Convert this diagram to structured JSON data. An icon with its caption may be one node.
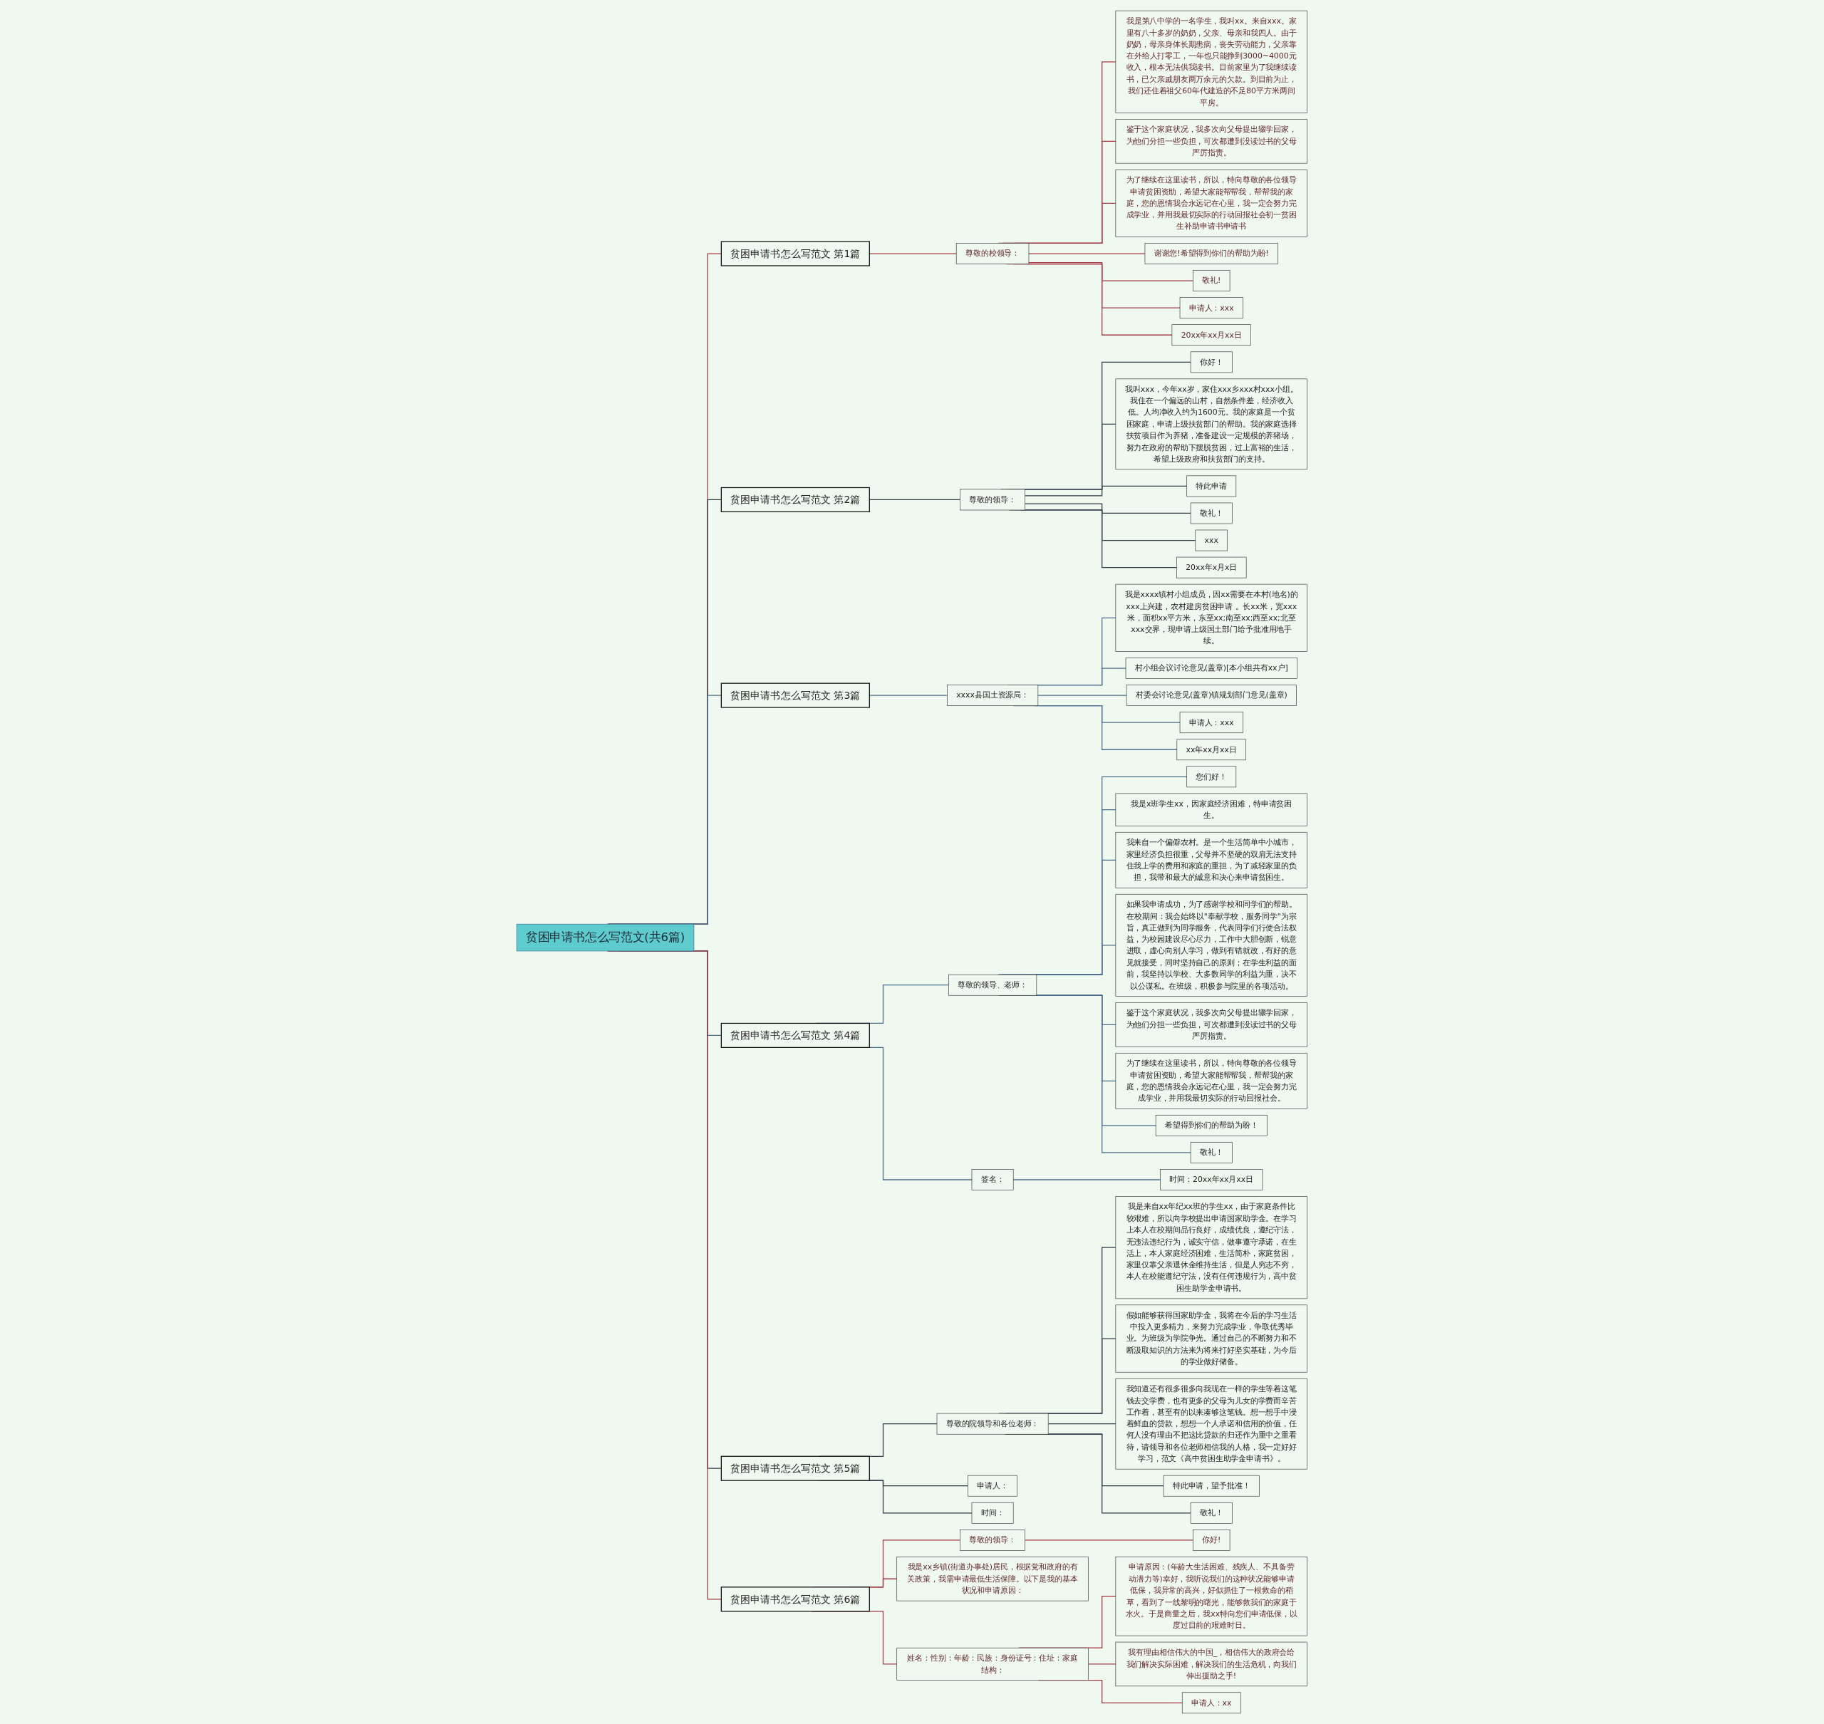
{
  "diagram": {
    "nodes": [
      {
        "text": [
          "贫困申请书怎么写范文(共6篇)"
        ]
      },
      {
        "text": [
          "贫困申请书怎么写范文 第1篇"
        ]
      },
      {
        "text": [
          "尊敬的校领导："
        ]
      },
      {
        "text": [
          "我是第八中学的一名学生，我叫xx。来自xxx。家里有八十多岁的奶奶，父亲、母亲和我四人。由于奶奶，母亲身体长期患病，丧失劳动能力，父亲靠在外给人打零工，一年也只能挣到3000~4000元收入，根本无法供我读书。目前家里为了我继续读书，已欠亲戚朋友两万余元的欠款。到目前为止，我们还住着祖父60年代建造的不足80平方米两间平房。"
        ]
      },
      {
        "text": [
          "鉴于这个家庭状况，我多次向父母提出辍学回家，为他们分担一些负担，可次都遭到没读过书的父母严厉指责。"
        ]
      },
      {
        "text": [
          "为了继续在这里读书，所以，特向尊敬的各位领导申请贫困资助，希望大家能帮帮我，帮帮我的家庭，您的恩情我会永远记在心里，我一定会努力完成学业，并用我最切实际的行动回报社会初一贫困生补助申请书申请书"
        ]
      },
      {
        "text": [
          "谢谢您!希望得到你们的帮助为盼!"
        ]
      },
      {
        "text": [
          "敬礼!"
        ]
      },
      {
        "text": [
          "申请人：xxx"
        ]
      },
      {
        "text": [
          "20xx年xx月xx日"
        ]
      },
      {
        "text": [
          "贫困申请书怎么写范文 第2篇"
        ]
      },
      {
        "text": [
          "尊敬的领导："
        ]
      },
      {
        "text": [
          "你好！"
        ]
      },
      {
        "text": [
          "我叫xxx，今年xx岁，家住xxx乡xxx村xxx小组。我住在一个偏远的山村，自然条件差，经济收入低。人均净收入约为1600元。我的家庭是一个贫困家庭，申请上级扶贫部门的帮助。我的家庭选择扶贫项目作为养猪，准备建设一定规模的养猪场，努力在政府的帮助下摆脱贫困，过上富裕的生活，希望上级政府和扶贫部门的支持。"
        ]
      },
      {
        "text": [
          "特此申请"
        ]
      },
      {
        "text": [
          "敬礼！"
        ]
      },
      {
        "text": [
          "xxx"
        ]
      },
      {
        "text": [
          "20xx年x月x日"
        ]
      },
      {
        "text": [
          "贫困申请书怎么写范文 第3篇"
        ]
      },
      {
        "text": [
          "xxxx县国土资源局："
        ]
      },
      {
        "text": [
          "我是xxxx镇村小组成员，因xx需要在本村(地名)的xxx上兴建，农村建房贫困申请 。长xx米，宽xxx米，面积xx平方米，东至xx;南至xx;西至xx;北至xxx交界，现申请上级国土部门给予批准用地手续。"
        ]
      },
      {
        "text": [
          "村小组会议讨论意见(盖章)[本小组共有xx户]"
        ]
      },
      {
        "text": [
          "村委会讨论意见(盖章)镇规划部门意见(盖章)"
        ]
      },
      {
        "text": [
          "申请人：xxx"
        ]
      },
      {
        "text": [
          "xx年xx月xx日"
        ]
      },
      {
        "text": [
          "贫困申请书怎么写范文 第4篇"
        ]
      },
      {
        "text": [
          "尊敬的领导、老师："
        ]
      },
      {
        "text": [
          "您们好！"
        ]
      },
      {
        "text": [
          "我是x班学生xx，因家庭经济困难，特申请贫困生。"
        ]
      },
      {
        "text": [
          "我来自一个偏僻农村。是一个生活简单中小城市，家里经济负担很重，父母并不坚硬的双肩无法支持住我上学的费用和家庭的重担，为了减轻家里的负担，我带和最大的诚意和决心来申请贫困生。"
        ]
      },
      {
        "text": [
          "如果我申请成功，为了感谢学校和同学们的帮助。在校期间：我会始终以\"奉献学校，服务同学\"为宗旨，真正做到为同学服务，代表同学们行使合法权益，为校园建设尽心尽力，工作中大胆创新，锐意进取，虚心向别人学习，做到有错就改，有好的意见就接受，同时坚持自己的原则；在学生利益的面前，我坚持以学校、大多数同学的利益为重，决不以公谋私。在班级，积极参与院里的各项活动。"
        ]
      },
      {
        "text": [
          "鉴于这个家庭状况，我多次向父母提出辍学回家，为他们分担一些负担，可次都遭到没读过书的父母严厉指责。"
        ]
      },
      {
        "text": [
          "为了继续在这里读书，所以，特向尊敬的各位领导申请贫困资助，希望大家能帮帮我，帮帮我的家庭，您的恩情我会永远记在心里，我一定会努力完成学业，并用我最切实际的行动回报社会。"
        ]
      },
      {
        "text": [
          "希望得到你们的帮助为盼！"
        ]
      },
      {
        "text": [
          "敬礼！"
        ]
      },
      {
        "text": [
          "签名："
        ]
      },
      {
        "text": [
          "时间：20xx年xx月xx日"
        ]
      },
      {
        "text": [
          "贫困申请书怎么写范文 第5篇"
        ]
      },
      {
        "text": [
          "尊敬的院领导和各位老师："
        ]
      },
      {
        "text": [
          "我是来自xx年纪xx班的学生xx，由于家庭条件比较艰难，所以向学校提出申请国家助学金。在学习上本人在校期间品行良好，成绩优良，遵纪守法，无违法违纪行为，诚实守信，做事遵守承诺，在生活上，本人家庭经济困难，生活简朴，家庭贫困，家里仅靠父亲退休金维持生活，但是人穷志不穷，本人在校能遵纪守法，没有任何违规行为，高中贫困生助学金申请书。"
        ]
      },
      {
        "text": [
          "假如能够获得国家助学金，我将在今后的学习生活中投入更多精力，来努力完成学业，争取优秀毕业。为班级为学院争光。通过自己的不断努力和不断汲取知识的方法来为将来打好坚实基础，为今后的学业做好储备。"
        ]
      },
      {
        "text": [
          "我知道还有很多很多向我现在一样的学生等着这笔钱去交学费，也有更多的父母为儿女的学费而辛苦工作着，甚至有的以来凑够这笔钱。想一想手中浸着鲜血的贷款，想想一个人承诺和信用的价值，任何人没有理由不把这比贷款的归还作为重中之重看待，请领导和各位老师相信我的人格，我一定好好学习，范文《高中贫困生助学金申请书》。"
        ]
      },
      {
        "text": [
          "特此申请，望予批准！"
        ]
      },
      {
        "text": [
          "敬礼！"
        ]
      },
      {
        "text": [
          "申请人："
        ]
      },
      {
        "text": [
          "时间："
        ]
      },
      {
        "text": [
          "贫困申请书怎么写范文 第6篇"
        ]
      },
      {
        "text": [
          "尊敬的领导："
        ]
      },
      {
        "text": [
          "你好!"
        ]
      },
      {
        "text": [
          "我是xx乡镇(街道办事处)居民，根据党和政府的有关政策，我需申请最低生活保障。以下是我的基本状况和申请原因："
        ]
      },
      {
        "text": [
          "姓名：性别：年龄：民族：身份证号：住址：家庭结构："
        ]
      },
      {
        "text": [
          "申请原因：(年龄大生活困难、残疾人、不具备劳动潜力等)幸好，我听说我们的这种状况能够申请低保，我异常的高兴，好似抓住了一根救命的稻草，看到了一线黎明的曙光，能够救我们的家庭于水火。于是商量之后，我xx特向您们申请低保，以度过目前的艰难时日。"
        ]
      },
      {
        "text": [
          "我有理由相信伟大的中国_，相信伟大的政府会给我们解决实际困难，解决我们的生活危机，向我们伸出援助之手!"
        ]
      },
      {
        "text": [
          "申请人：xx"
        ]
      }
    ],
    "edges": [
      {
        "from": 0,
        "to": 1,
        "arrow": "none",
        "color": "#a33a46"
      },
      {
        "from": 1,
        "to": 2,
        "arrow": "none",
        "color": "#a33a46"
      },
      {
        "from": 2,
        "to": 3,
        "arrow": "none",
        "color": "#a33a46"
      },
      {
        "from": 2,
        "to": 4,
        "arrow": "none",
        "color": "#a33a46"
      },
      {
        "from": 2,
        "to": 5,
        "arrow": "none",
        "color": "#a33a46"
      },
      {
        "from": 2,
        "to": 6,
        "arrow": "none",
        "color": "#a33a46"
      },
      {
        "from": 2,
        "to": 7,
        "arrow": "none",
        "color": "#a33a46"
      },
      {
        "from": 2,
        "to": 8,
        "arrow": "none",
        "color": "#a33a46"
      },
      {
        "from": 2,
        "to": 9,
        "arrow": "none",
        "color": "#a33a46"
      },
      {
        "from": 0,
        "to": 10,
        "arrow": "none",
        "color": "#2e3b48"
      },
      {
        "from": 10,
        "to": 11,
        "arrow": "none",
        "color": "#2e3b48"
      },
      {
        "from": 11,
        "to": 12,
        "arrow": "none",
        "color": "#2e3b48"
      },
      {
        "from": 11,
        "to": 13,
        "arrow": "none",
        "color": "#2e3b48"
      },
      {
        "from": 11,
        "to": 14,
        "arrow": "none",
        "color": "#2e3b48"
      },
      {
        "from": 11,
        "to": 15,
        "arrow": "none",
        "color": "#2e3b48"
      },
      {
        "from": 11,
        "to": 16,
        "arrow": "none",
        "color": "#2e3b48"
      },
      {
        "from": 11,
        "to": 17,
        "arrow": "none",
        "color": "#2e3b48"
      },
      {
        "from": 0,
        "to": 18,
        "arrow": "none"
      },
      {
        "from": 18,
        "to": 19,
        "arrow": "none"
      },
      {
        "from": 19,
        "to": 20,
        "arrow": "none"
      },
      {
        "from": 19,
        "to": 21,
        "arrow": "none"
      },
      {
        "from": 19,
        "to": 22,
        "arrow": "none"
      },
      {
        "from": 19,
        "to": 23,
        "arrow": "none"
      },
      {
        "from": 19,
        "to": 24,
        "arrow": "none"
      },
      {
        "from": 0,
        "to": 25,
        "arrow": "none"
      },
      {
        "from": 25,
        "to": 26,
        "arrow": "none"
      },
      {
        "from": 26,
        "to": 27,
        "arrow": "none"
      },
      {
        "from": 26,
        "to": 28,
        "arrow": "none"
      },
      {
        "from": 26,
        "to": 29,
        "arrow": "none"
      },
      {
        "from": 26,
        "to": 30,
        "arrow": "none"
      },
      {
        "from": 26,
        "to": 31,
        "arrow": "none"
      },
      {
        "from": 26,
        "to": 32,
        "arrow": "none"
      },
      {
        "from": 26,
        "to": 33,
        "arrow": "none"
      },
      {
        "from": 26,
        "to": 34,
        "arrow": "none"
      },
      {
        "from": 25,
        "to": 35,
        "arrow": "none"
      },
      {
        "from": 35,
        "to": 36,
        "arrow": "none"
      },
      {
        "from": 0,
        "to": 37,
        "arrow": "none",
        "color": "#2e3b48"
      },
      {
        "from": 37,
        "to": 38,
        "arrow": "none",
        "color": "#2e3b48"
      },
      {
        "from": 38,
        "to": 39,
        "arrow": "none",
        "color": "#2e3b48"
      },
      {
        "from": 38,
        "to": 40,
        "arrow": "none",
        "color": "#2e3b48"
      },
      {
        "from": 38,
        "to": 41,
        "arrow": "none",
        "color": "#2e3b48"
      },
      {
        "from": 38,
        "to": 42,
        "arrow": "none",
        "color": "#2e3b48"
      },
      {
        "from": 38,
        "to": 43,
        "arrow": "none",
        "color": "#2e3b48"
      },
      {
        "from": 37,
        "to": 44,
        "arrow": "none",
        "color": "#2e3b48"
      },
      {
        "from": 37,
        "to": 45,
        "arrow": "none",
        "color": "#2e3b48"
      },
      {
        "from": 0,
        "to": 46,
        "arrow": "none",
        "color": "#a33a46"
      },
      {
        "from": 46,
        "to": 47,
        "arrow": "none",
        "color": "#a33a46"
      },
      {
        "from": 47,
        "to": 48,
        "arrow": "none",
        "color": "#a33a46"
      },
      {
        "from": 46,
        "to": 49,
        "arrow": "none",
        "color": "#a33a46"
      },
      {
        "from": 46,
        "to": 50,
        "arrow": "none",
        "color": "#a33a46"
      },
      {
        "from": 50,
        "to": 51,
        "arrow": "none",
        "color": "#a33a46"
      },
      {
        "from": 50,
        "to": 52,
        "arrow": "none",
        "color": "#a33a46"
      },
      {
        "from": 50,
        "to": 53,
        "arrow": "none",
        "color": "#a33a46"
      }
    ]
  }
}
